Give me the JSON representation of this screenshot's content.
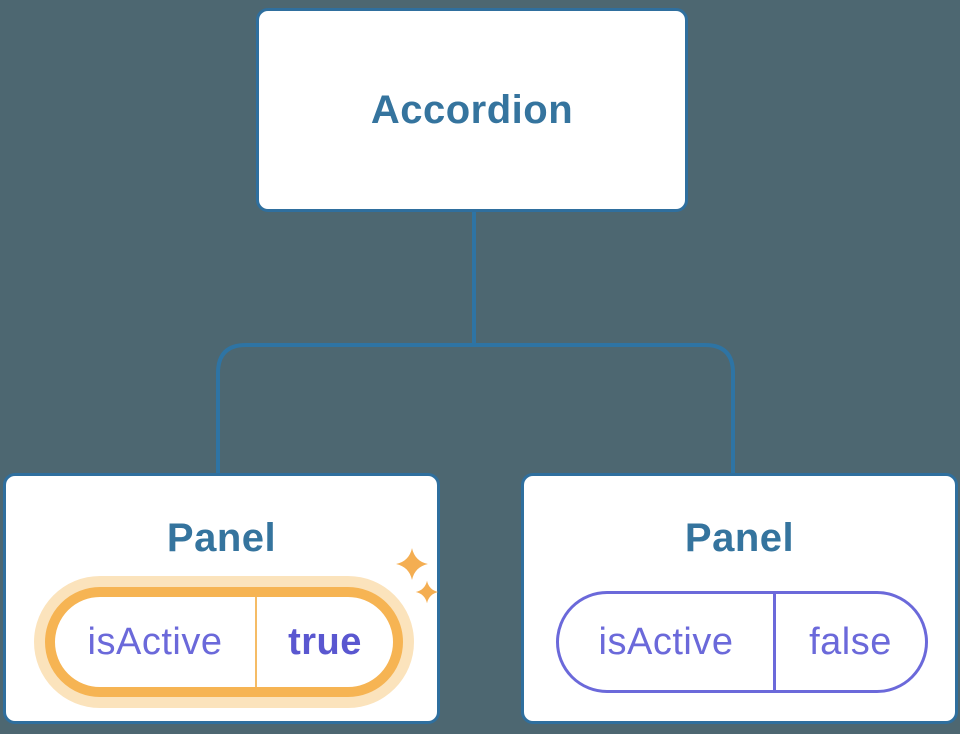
{
  "colors": {
    "background": "#4D6771",
    "node_border_blue": "#2F6F9E",
    "connector_blue": "#2E74A4",
    "title_blue": "#35749E",
    "state_purple": "#6B69DA",
    "state_value_purple": "#5A57D0",
    "highlight_orange": "#F6B453",
    "highlight_glow": "#FBE3BC",
    "sparkle_orange": "#F4AE52"
  },
  "icons": {
    "active_highlight": "sparkle-icon"
  },
  "tree": {
    "root": {
      "label": "Accordion"
    },
    "children": [
      {
        "title": "Panel",
        "state": {
          "name": "isActive",
          "value": "true"
        },
        "highlighted": true
      },
      {
        "title": "Panel",
        "state": {
          "name": "isActive",
          "value": "false"
        },
        "highlighted": false
      }
    ]
  }
}
